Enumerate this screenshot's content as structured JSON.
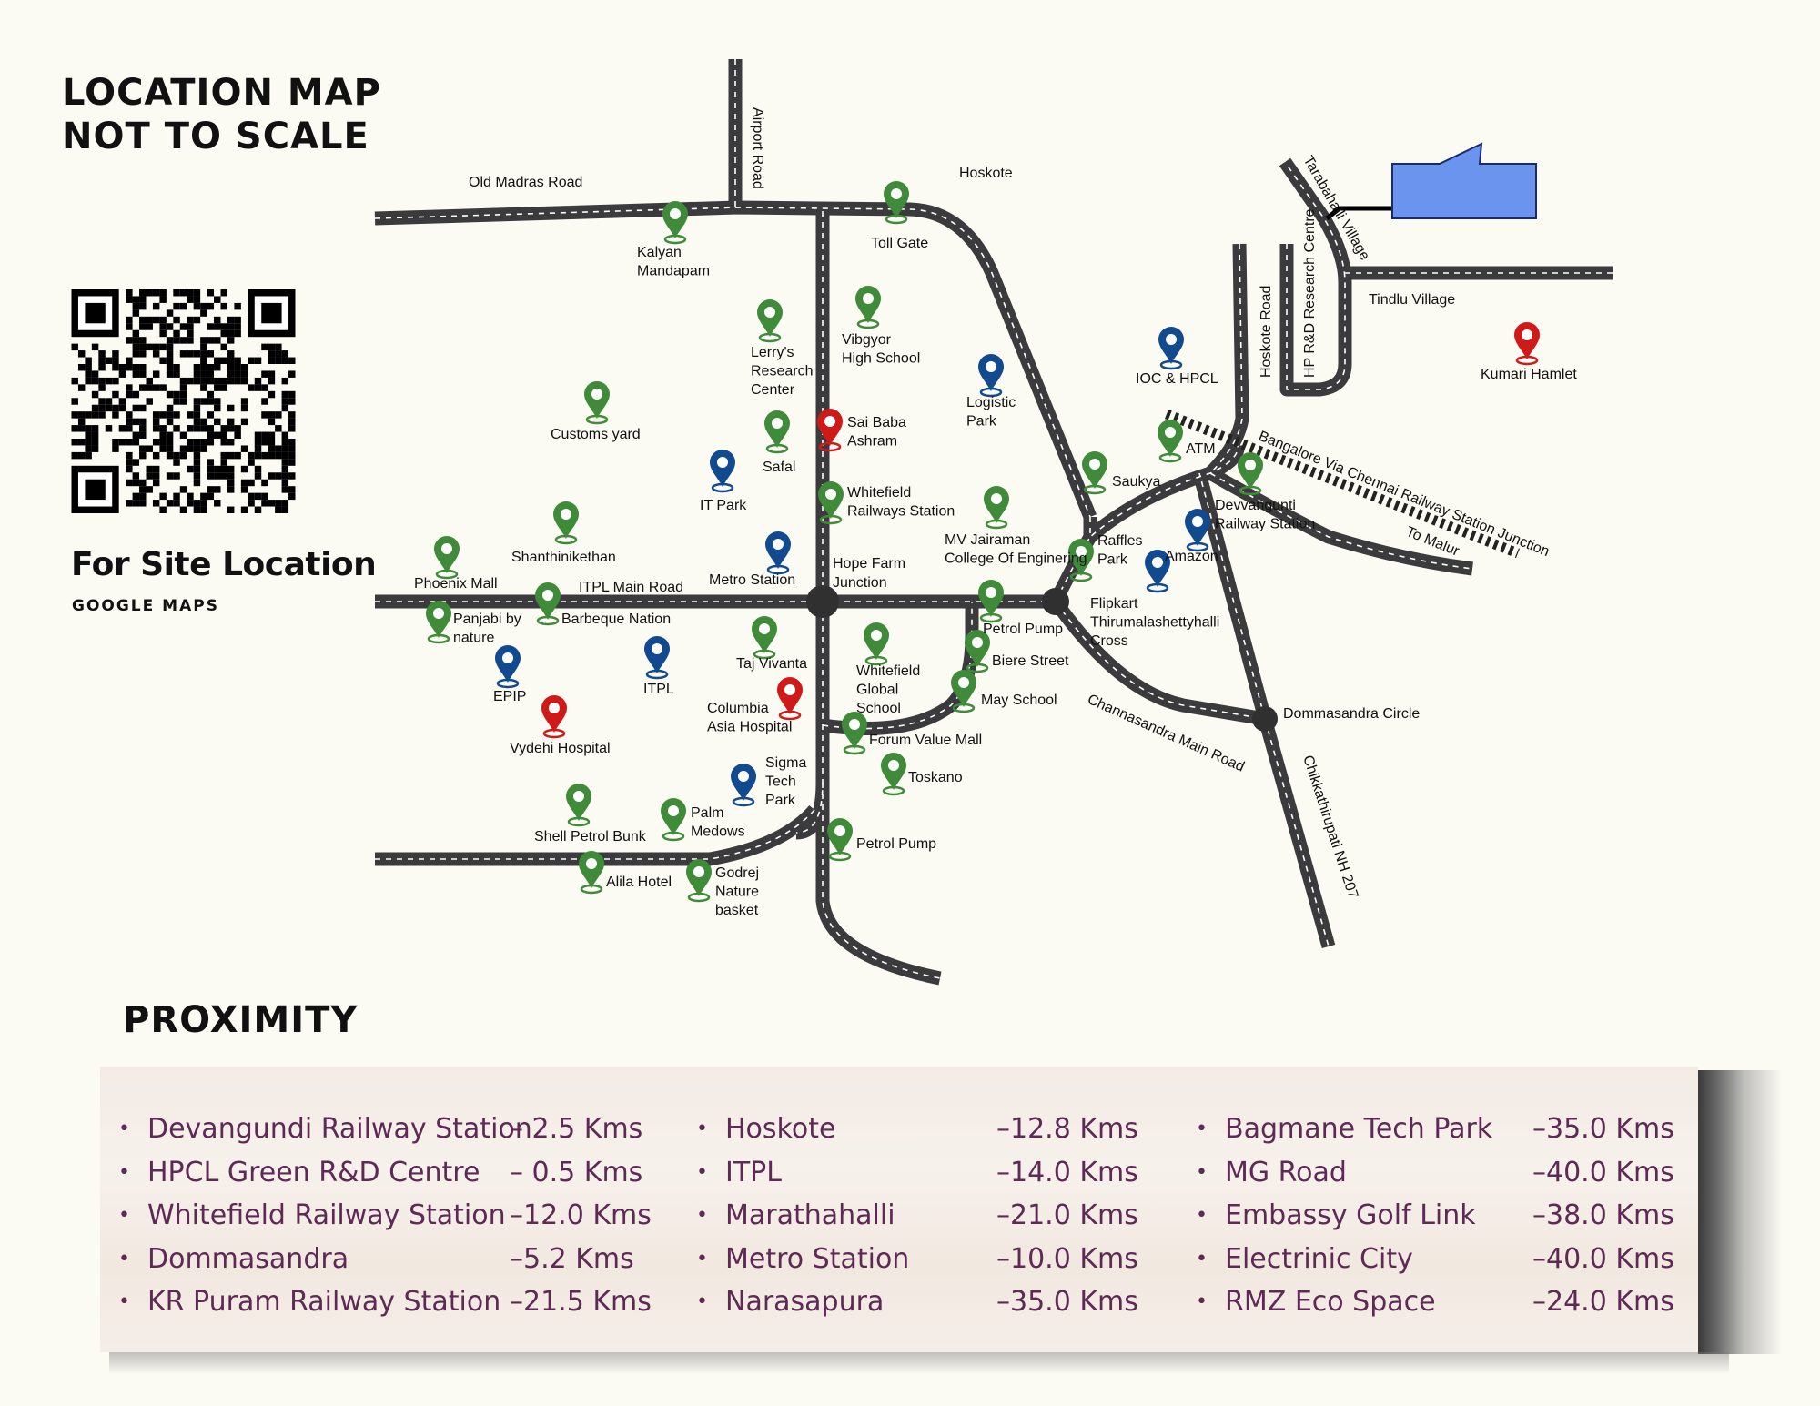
{
  "header": {
    "title_line1": "LOCATION MAP",
    "title_line2": "NOT TO SCALE"
  },
  "site": {
    "label": "For Site Location",
    "sublabel": "GOOGLE MAPS"
  },
  "colors": {
    "road": "#3b3b3d",
    "pin_green": "#3f8b3a",
    "pin_blue": "#124a8f",
    "pin_red": "#cf1a1a",
    "site_box": "#6a94ee",
    "proximity_text": "#5e2a55"
  },
  "roads": {
    "old_madras_road": "Old Madras Road",
    "airport_road": "Airport Road",
    "hoskote": "Hoskote",
    "itpl_main_road": "ITPL Main Road",
    "hoskote_road": "Hoskote Road",
    "hp_rd": "HP R&D Research Centre",
    "tarabahalli": "Tarabahalli Village",
    "tindlu": "Tindlu Village",
    "railway": "Bangalore Via Chennai Railway Station Junction",
    "to_malur": "To Malur",
    "channasandra": "Channasandra Main Road",
    "chikkathirupati": "Chikkathirupati NH 207",
    "dommasandra_circle": "Dommasandra Circle",
    "hope_farm": [
      "Hope Farm",
      "Junction"
    ]
  },
  "places": [
    {
      "id": "kalyan",
      "name": [
        "Kalyan",
        "Mandapam"
      ],
      "color": "green"
    },
    {
      "id": "tollgate",
      "name": [
        "Toll Gate"
      ],
      "color": "green"
    },
    {
      "id": "lerry",
      "name": [
        "Lerry's",
        "Research",
        "Center"
      ],
      "color": "green"
    },
    {
      "id": "vibgyor",
      "name": [
        "Vibgyor",
        "High School"
      ],
      "color": "green"
    },
    {
      "id": "logistic",
      "name": [
        "Logistic",
        "Park"
      ],
      "color": "blue"
    },
    {
      "id": "customs",
      "name": [
        "Customs yard"
      ],
      "color": "green"
    },
    {
      "id": "saibaba",
      "name": [
        "Sai Baba",
        "Ashram"
      ],
      "color": "red"
    },
    {
      "id": "safal",
      "name": [
        "Safal"
      ],
      "color": "green"
    },
    {
      "id": "itpark",
      "name": [
        "IT Park"
      ],
      "color": "blue"
    },
    {
      "id": "wfstation",
      "name": [
        "Whitefield",
        "Railways Station"
      ],
      "color": "green"
    },
    {
      "id": "shanthi",
      "name": [
        "Shanthinikethan"
      ],
      "color": "green"
    },
    {
      "id": "metro",
      "name": [
        "Metro Station"
      ],
      "color": "blue"
    },
    {
      "id": "mvj",
      "name": [
        "MV Jairaman",
        "College Of Enginering"
      ],
      "color": "green"
    },
    {
      "id": "phoenix",
      "name": [
        "Phoenix Mall"
      ],
      "color": "green"
    },
    {
      "id": "panjabi",
      "name": [
        "Panjabi by",
        "nature"
      ],
      "color": "green"
    },
    {
      "id": "barbeque",
      "name": [
        "Barbeque Nation"
      ],
      "color": "green"
    },
    {
      "id": "epip",
      "name": [
        "EPIP"
      ],
      "color": "blue"
    },
    {
      "id": "itpl",
      "name": [
        "ITPL"
      ],
      "color": "blue"
    },
    {
      "id": "taj",
      "name": [
        "Taj Vivanta"
      ],
      "color": "green"
    },
    {
      "id": "vydehi",
      "name": [
        "Vydehi Hospital"
      ],
      "color": "red"
    },
    {
      "id": "columbia",
      "name": [
        "Columbia",
        "Asia Hospital"
      ],
      "color": "red"
    },
    {
      "id": "wgs",
      "name": [
        "Whitefield",
        "Global",
        "School"
      ],
      "color": "green"
    },
    {
      "id": "petrol1",
      "name": [
        "Petrol Pump"
      ],
      "color": "green"
    },
    {
      "id": "biere",
      "name": [
        "Biere Street"
      ],
      "color": "green"
    },
    {
      "id": "may",
      "name": [
        "May School"
      ],
      "color": "green"
    },
    {
      "id": "forum",
      "name": [
        "Forum Value Mall"
      ],
      "color": "green"
    },
    {
      "id": "toskano",
      "name": [
        "Toskano"
      ],
      "color": "green"
    },
    {
      "id": "sigma",
      "name": [
        "Sigma",
        "Tech",
        "Park"
      ],
      "color": "blue"
    },
    {
      "id": "shell",
      "name": [
        "Shell Petrol Bunk"
      ],
      "color": "green"
    },
    {
      "id": "palm",
      "name": [
        "Palm",
        "Medows"
      ],
      "color": "green"
    },
    {
      "id": "alila",
      "name": [
        "Alila Hotel"
      ],
      "color": "green"
    },
    {
      "id": "godrej",
      "name": [
        "Godrej",
        "Nature",
        "basket"
      ],
      "color": "green"
    },
    {
      "id": "petrol2",
      "name": [
        "Petrol Pump"
      ],
      "color": "green"
    },
    {
      "id": "saukya",
      "name": [
        "Saukya"
      ],
      "color": "green"
    },
    {
      "id": "raffles",
      "name": [
        "Raffles",
        "Park"
      ],
      "color": "green"
    },
    {
      "id": "atm",
      "name": [
        "ATM"
      ],
      "color": "green"
    },
    {
      "id": "ioc",
      "name": [
        "IOC & HPCL"
      ],
      "color": "blue"
    },
    {
      "id": "devang",
      "name": [
        "Devvangunti",
        "Railway Station"
      ],
      "color": "green"
    },
    {
      "id": "amazon",
      "name": [
        "Amazon"
      ],
      "color": "blue"
    },
    {
      "id": "flipkart",
      "name": [
        "Flipkart",
        "Thirumalashettyhalli",
        "Cross"
      ],
      "color": "blue"
    },
    {
      "id": "kumari",
      "name": [
        "Kumari Hamlet"
      ],
      "color": "red"
    }
  ],
  "proximity": {
    "title": "PROXIMITY",
    "columns": [
      [
        {
          "name": "Devangundi Railway Station",
          "dist": "– 2.5 Kms"
        },
        {
          "name": "HPCL Green R&D Centre",
          "dist": "– 0.5 Kms"
        },
        {
          "name": "Whitefield Railway Station",
          "dist": "–12.0 Kms"
        },
        {
          "name": "Dommasandra",
          "dist": "–5.2 Kms"
        },
        {
          "name": "KR Puram Railway Station",
          "dist": "–21.5 Kms"
        }
      ],
      [
        {
          "name": "Hoskote",
          "dist": "–12.8 Kms"
        },
        {
          "name": "ITPL",
          "dist": "–14.0 Kms"
        },
        {
          "name": "Marathahalli",
          "dist": "–21.0 Kms"
        },
        {
          "name": "Metro Station",
          "dist": "–10.0 Kms"
        },
        {
          "name": "Narasapura",
          "dist": "–35.0 Kms"
        }
      ],
      [
        {
          "name": "Bagmane Tech Park",
          "dist": "–35.0 Kms"
        },
        {
          "name": "MG Road",
          "dist": "–40.0 Kms"
        },
        {
          "name": "Embassy Golf Link",
          "dist": "–38.0 Kms"
        },
        {
          "name": "Electrinic City",
          "dist": "–40.0 Kms"
        },
        {
          "name": "RMZ Eco Space",
          "dist": "–24.0 Kms"
        }
      ]
    ]
  }
}
